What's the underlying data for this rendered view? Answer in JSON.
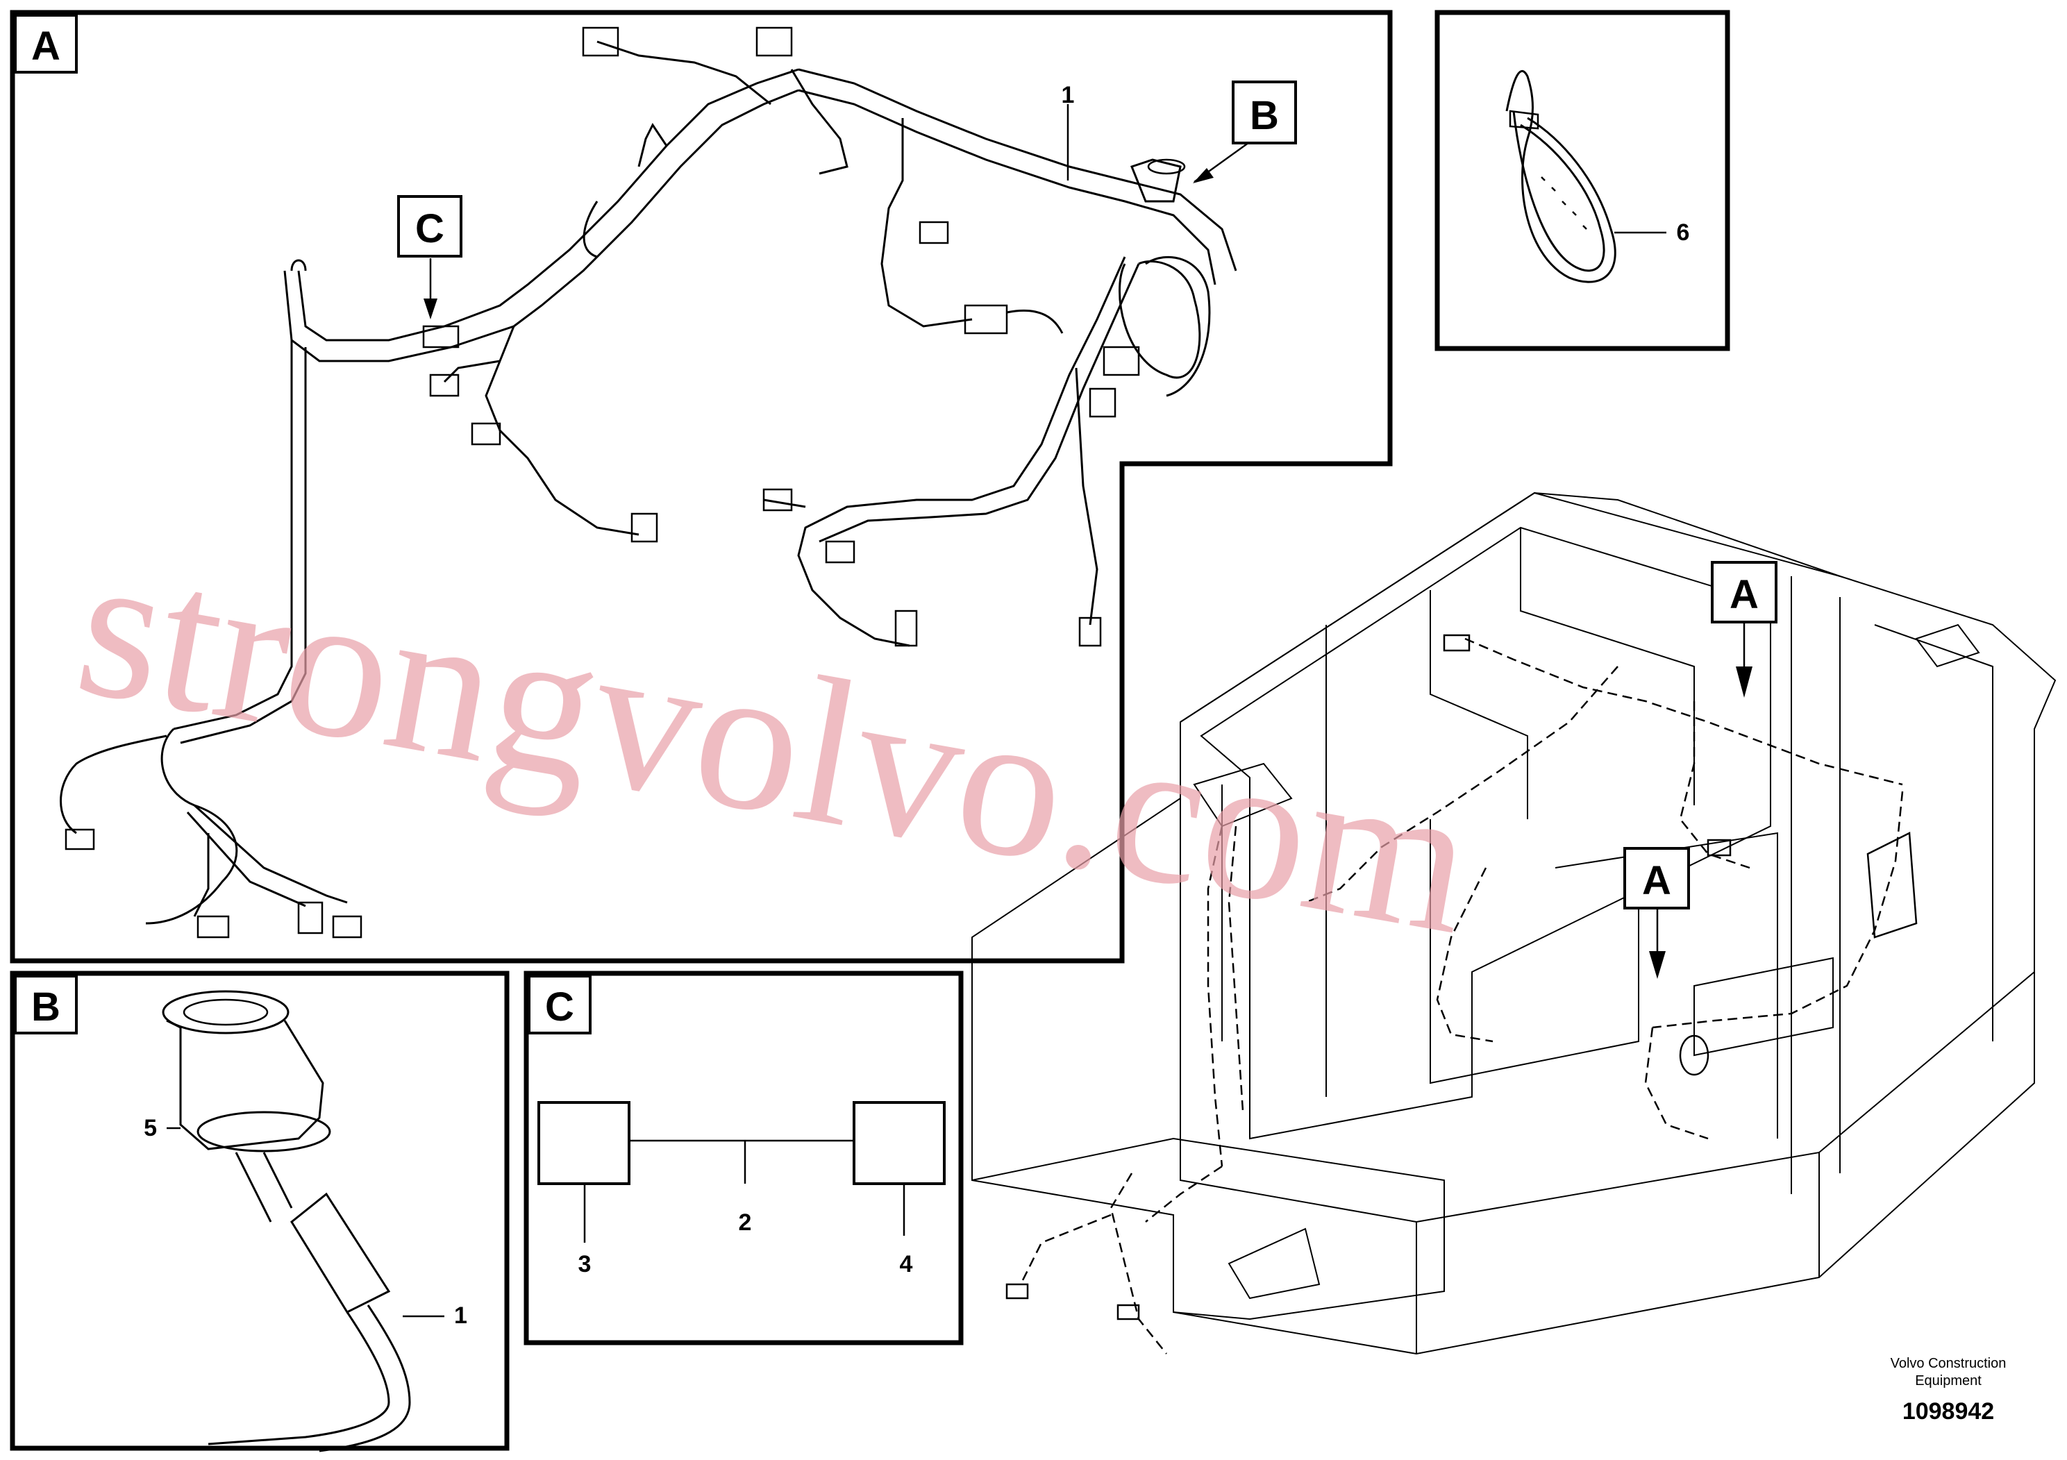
{
  "panels": {
    "a": {
      "tag": "A"
    },
    "b": {
      "tag": "B"
    },
    "c": {
      "tag": "C"
    },
    "tie": {}
  },
  "callouts": {
    "a_b": "B",
    "a_c": "C",
    "overview_a1": "A",
    "overview_a2": "A"
  },
  "items": {
    "n1_a": "1",
    "n1_b": "1",
    "n2": "2",
    "n3": "3",
    "n4": "4",
    "n5": "5",
    "n6": "6"
  },
  "footer": {
    "company_line1": "Volvo Construction",
    "company_line2": "Equipment",
    "drawing_number": "1098942"
  },
  "watermark": "strongvolvo.com",
  "colors": {
    "line": "#000000",
    "background": "#ffffff",
    "watermark": "#e8a0a8"
  }
}
